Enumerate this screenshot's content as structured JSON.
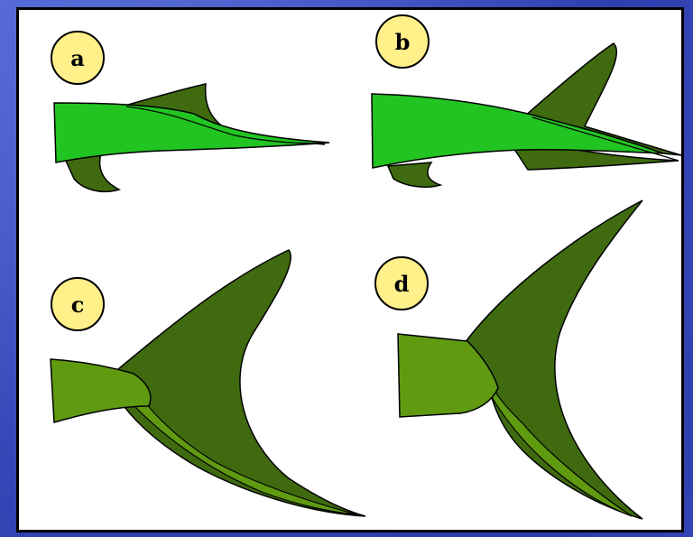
{
  "panels": [
    {
      "id": "a",
      "label": "a"
    },
    {
      "id": "b",
      "label": "b"
    },
    {
      "id": "c",
      "label": "c"
    },
    {
      "id": "d",
      "label": "d"
    }
  ],
  "colors": {
    "dark_green": "#3f6a0f",
    "light_green": "#22c422",
    "olive_green": "#5f9a10",
    "label_fill": "#fff08a",
    "background": "#3a4fbf"
  }
}
